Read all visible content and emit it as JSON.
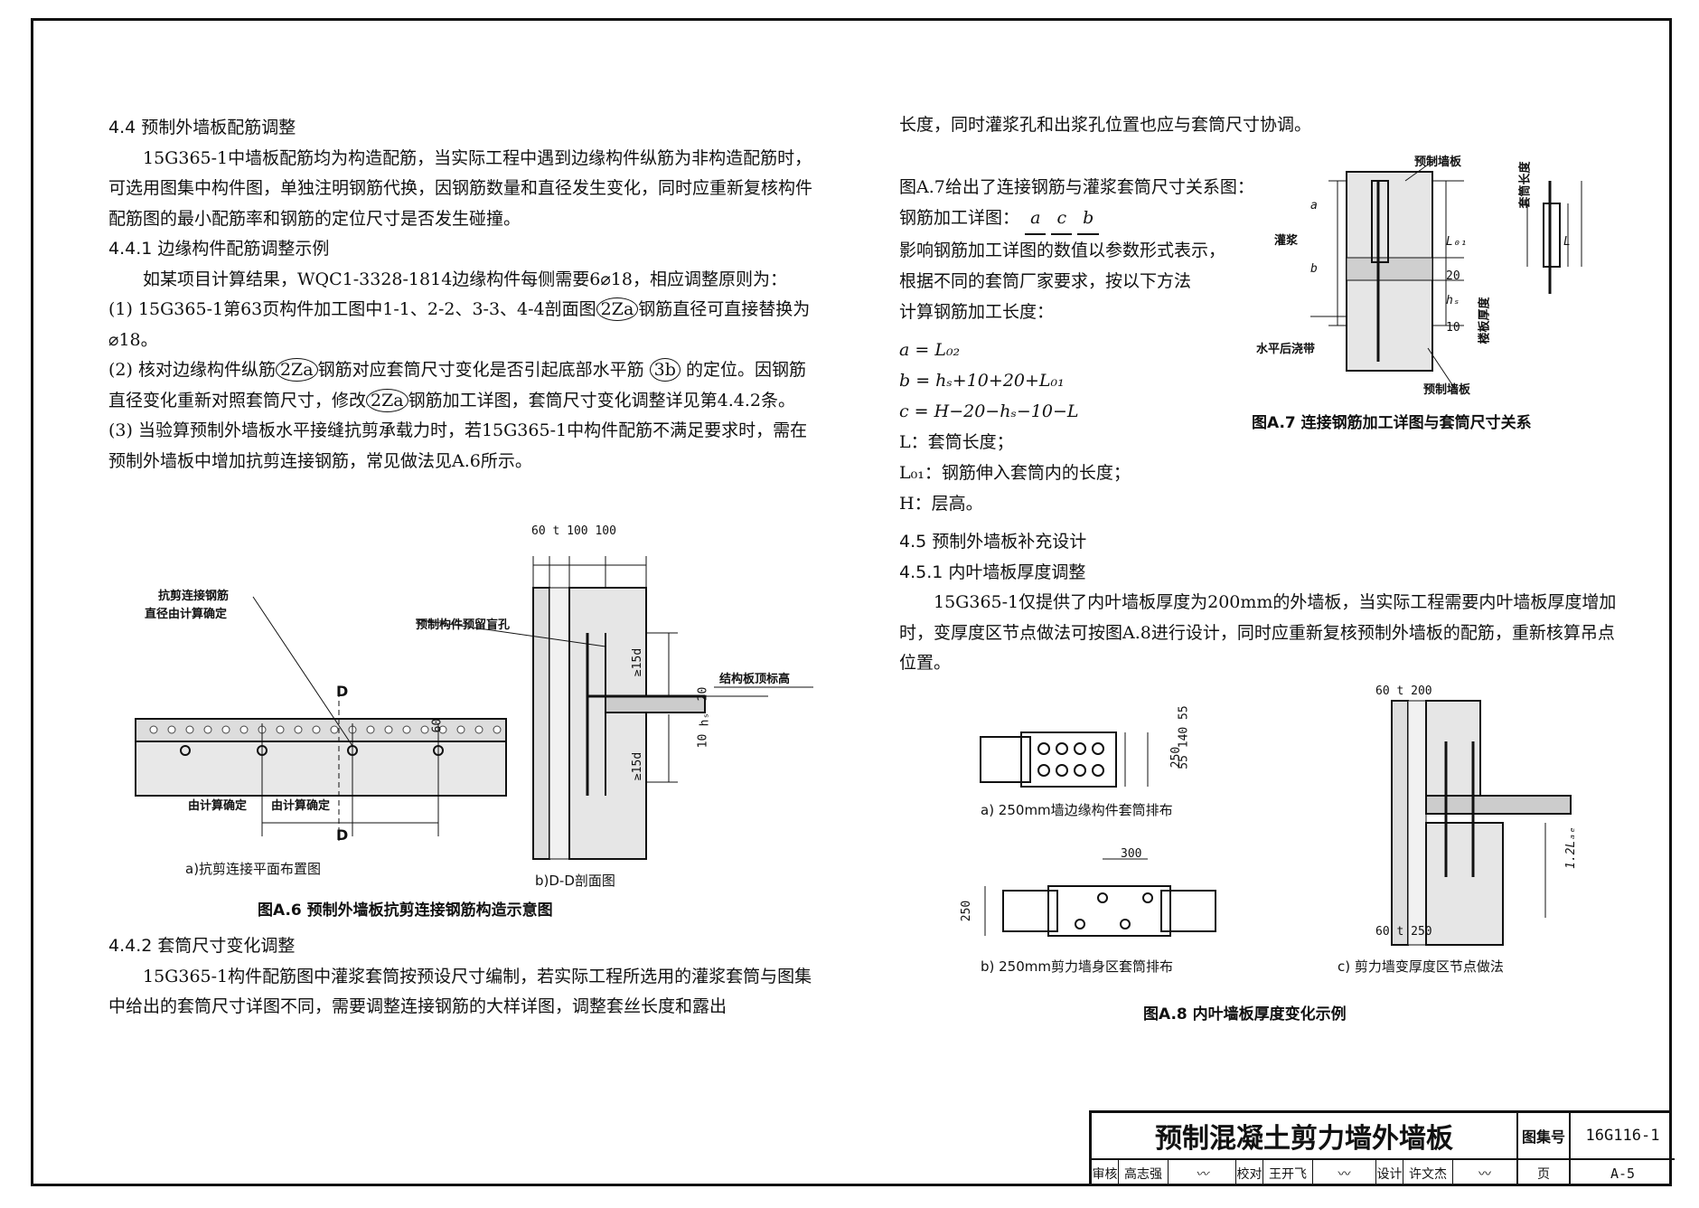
{
  "left": {
    "h44": "4.4  预制外墙板配筋调整",
    "p1": "15G365-1中墙板配筋均为构造配筋，当实际工程中遇到边缘构件纵筋为非构造配筋时，可选用图集中构件图，单独注明钢筋代换，因钢筋数量和直径发生变化，同时应重新复核构件配筋图的最小配筋率和钢筋的定位尺寸是否发生碰撞。",
    "h441": "4.4.1  边缘构件配筋调整示例",
    "p2": "如某项目计算结果，WQC1-3328-1814边缘构件每侧需要6⌀18，相应调整原则为：",
    "i1a": "(1) 15G365-1第63页构件加工图中1-1、2-2、3-3、4-4剖面图",
    "i1b": "钢筋直径可直接替换为⌀18。",
    "i2a": "(2) 核对边缘构件纵筋",
    "i2b": "钢筋对应套筒尺寸变化是否引起底部水平筋",
    "i2c": "的定位。因钢筋直径变化重新对照套筒尺寸，修改",
    "i2d": "钢筋加工详图，套筒尺寸变化调整详见第4.4.2条。",
    "i3": "(3) 当验算预制外墙板水平接缝抗剪承载力时，若15G365-1中构件配筋不满足要求时，需在预制外墙板中增加抗剪连接钢筋，常见做法见A.6所示。",
    "c2za": "2Za",
    "c3b": "3b",
    "h442": "4.4.2  套筒尺寸变化调整",
    "p3": "15G365-1构件配筋图中灌浆套筒按预设尺寸编制，若实际工程所选用的灌浆套筒与图集中给出的套筒尺寸详图不同，需要调整连接钢筋的大样详图，调整套丝长度和露出"
  },
  "right": {
    "p0": "长度，同时灌浆孔和出浆孔位置也应与套筒尺寸协调。",
    "a7intro": "图A.7给出了连接钢筋与灌浆套筒尺寸关系图：",
    "detail_label": "钢筋加工详图：",
    "d_a": "a",
    "d_c": "c",
    "d_b": "b",
    "l1": "影响钢筋加工详图的数值以参数形式表示，",
    "l2": "根据不同的套筒厂家要求，按以下方法",
    "l3": "计算钢筋加工长度：",
    "f1": "a = L₀₂",
    "f2": "b = hₛ+10+20+L₀₁",
    "f3": "c = H−20−hₛ−10−L",
    "f4": "L：套筒长度；",
    "f5": "L₀₁：钢筋伸入套筒内的长度；",
    "f6": "H：层高。",
    "h45": "4.5  预制外墙板补充设计",
    "h451": "4.5.1  内叶墙板厚度调整",
    "p4": "15G365-1仅提供了内叶墙板厚度为200mm的外墙板，当实际工程需要内叶墙板厚度增加时，变厚度区节点做法可按图A.8进行设计，同时应重新复核预制外墙板的配筋，重新核算吊点位置。"
  },
  "fig6": {
    "caption": "图A.6  预制外墙板抗剪连接钢筋构造示意图",
    "sub_a": "a)抗剪连接平面布置图",
    "sub_b": "b)D-D剖面图",
    "n_shear": "抗剪连接钢筋",
    "n_dia": "直径由计算确定",
    "n_calc1": "由计算确定",
    "n_calc2": "由计算确定",
    "n_D": "D",
    "n_hole": "预制构件预留盲孔",
    "n_top": "结构板顶标高",
    "dims_top": "60  t 100  100",
    "dim_60": "60",
    "dim_t": "t",
    "dim_100a": "100",
    "dim_100b": "100",
    "dim_15d1": "≥15d",
    "dim_15d2": "≥15d",
    "dim_20": "20",
    "dim_hs": "hₛ",
    "dim_10": "10"
  },
  "fig7": {
    "caption": "图A.7  连接钢筋加工详图与套筒尺寸关系",
    "n_wall1": "预制墙板",
    "n_grout": "灌浆",
    "n_band": "水平后浇带",
    "n_wall2": "预制墙板",
    "n_len": "套筒长度",
    "n_slab": "楼板厚度",
    "lbl_a": "a",
    "lbl_b": "b",
    "lbl_L01": "L₀₁",
    "lbl_L": "L",
    "lbl_20": "20",
    "lbl_hs": "hₛ",
    "lbl_10": "10"
  },
  "fig8": {
    "caption": "图A.8  内叶墙板厚度变化示例",
    "sub_a": "a) 250mm墙边缘构件套筒排布",
    "sub_b": "b) 250mm剪力墙身区套筒排布",
    "sub_c": "c) 剪力墙变厚度区节点做法",
    "dim_a": "55 140 55",
    "dim_a250": "250",
    "dim_b300": "300",
    "dim_b250": "250",
    "dim_c_top": "60 t  200",
    "dim_c_bot": "60 t  250",
    "dim_c_side": "1.2Lₐₑ"
  },
  "titleblock": {
    "title": "预制混凝土剪力墙外墙板",
    "atlas_label": "图集号",
    "atlas_no": "16G116-1",
    "review": "审核",
    "review_name": "高志强",
    "check": "校对",
    "check_name": "王开飞",
    "design": "设计",
    "design_name": "许文杰",
    "page_label": "页",
    "page_no": "A-5"
  }
}
